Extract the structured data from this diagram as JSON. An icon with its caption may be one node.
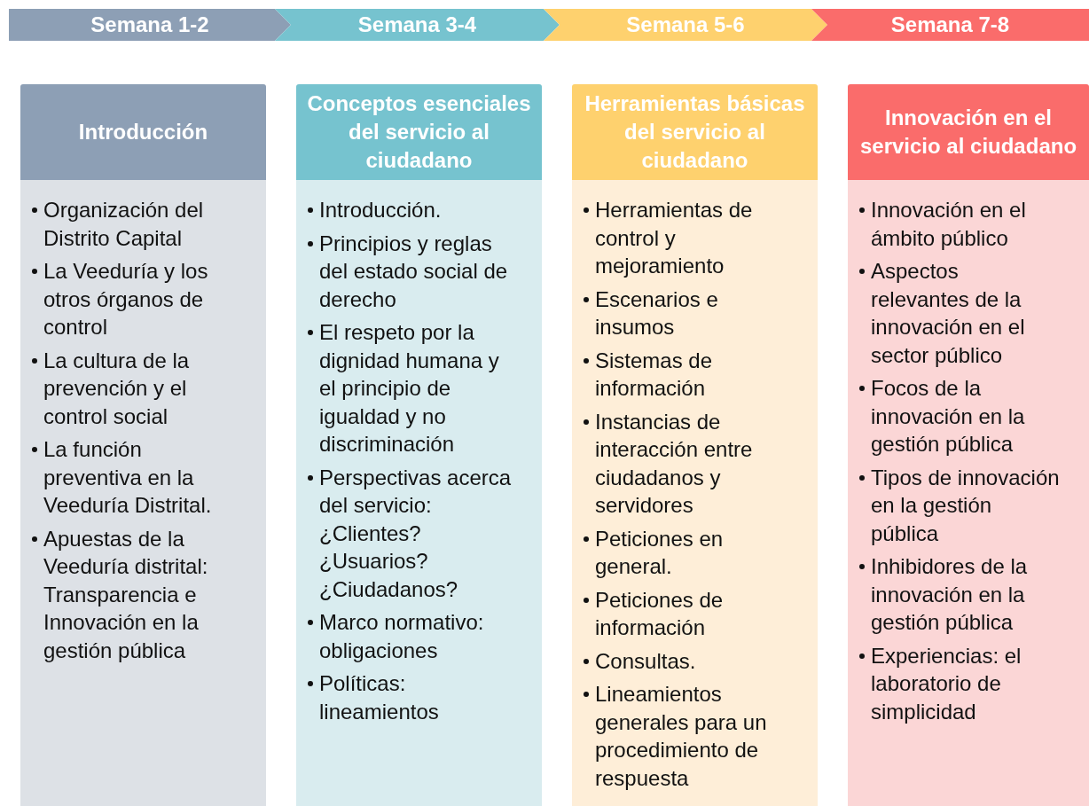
{
  "diagram": {
    "nodes": [
      {
        "text": [
          "Semana 1-2"
        ]
      },
      {
        "text": [
          "Semana 3-4"
        ]
      },
      {
        "text": [
          "Semana 5-6"
        ]
      },
      {
        "text": [
          "Semana 7-8"
        ]
      },
      {
        "text": [
          "Introducción"
        ]
      },
      {
        "text": [
          "Organización del Distrito Capital",
          "La Veeduría y los otros órganos de control",
          "La cultura de la prevención y el control social",
          "La función preventiva en la Veeduría Distrital.",
          "Apuestas de la Veeduría distrital: Transparencia  e Innovación en la gestión pública"
        ]
      },
      {
        "text": [
          "Conceptos esenciales del servicio al ciudadano"
        ]
      },
      {
        "text": [
          "Introducción.",
          "Principios y reglas del estado social de derecho",
          "El respeto por la dignidad humana y el principio de igualdad y no discriminación",
          "Perspectivas acerca del servicio: ¿Clientes? ¿Usuarios? ¿Ciudadanos?",
          "Marco normativo: obligaciones",
          "Políticas: lineamientos"
        ]
      },
      {
        "text": [
          "Herramientas básicas del servicio al ciudadano"
        ]
      },
      {
        "text": [
          "Herramientas de control y mejoramiento",
          "Escenarios e insumos",
          "Sistemas de información",
          "Instancias de interacción entre ciudadanos y servidores",
          "Peticiones en general.",
          "Peticiones de información",
          "Consultas.",
          "Lineamientos generales para un procedimiento de respuesta"
        ]
      },
      {
        "text": [
          "Innovación en el servicio al ciudadano"
        ]
      },
      {
        "text": [
          "Innovación en el ámbito público",
          "Aspectos relevantes de la innovación en el sector público",
          "Focos de la innovación en la gestión pública",
          "Tipos de innovación en la gestión pública",
          "Inhibidores de la innovación en la gestión pública",
          "Experiencias: el laboratorio de simplicidad"
        ]
      }
    ],
    "edges": []
  }
}
